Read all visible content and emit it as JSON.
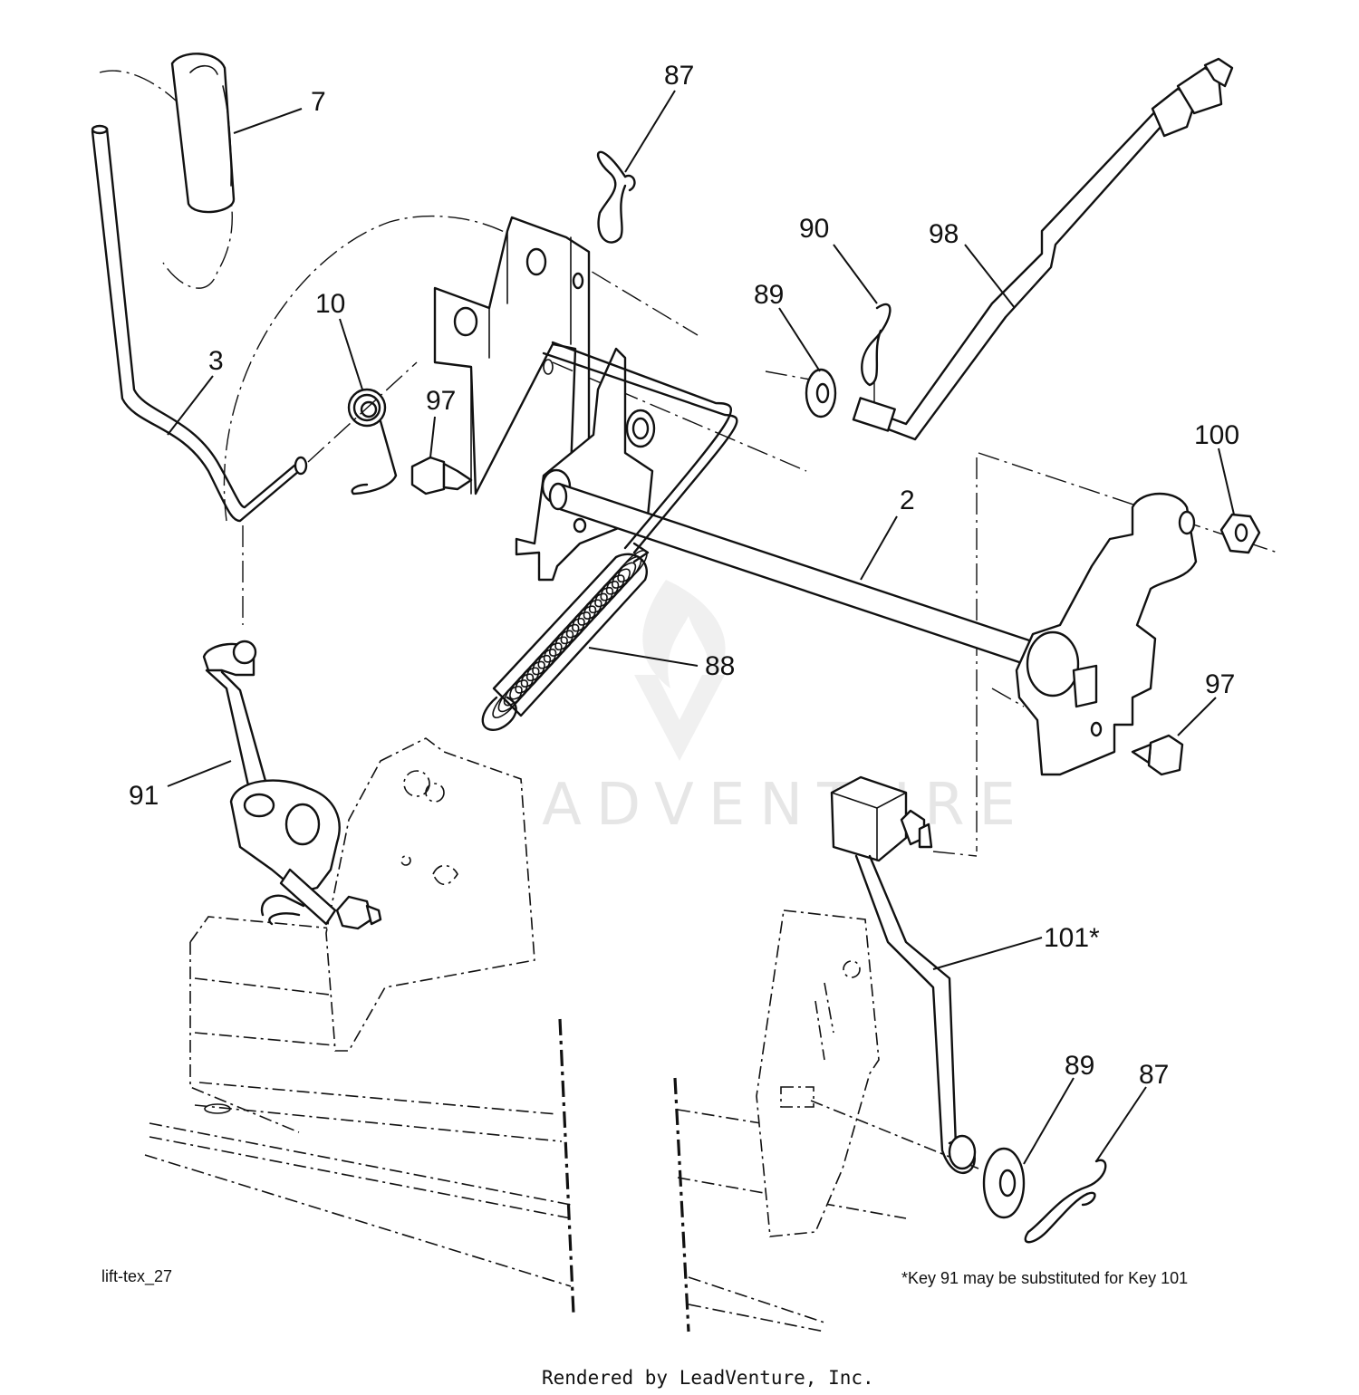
{
  "diagram": {
    "callouts": [
      {
        "id": "7",
        "label": "7"
      },
      {
        "id": "87-top",
        "label": "87"
      },
      {
        "id": "90",
        "label": "90"
      },
      {
        "id": "98",
        "label": "98"
      },
      {
        "id": "89-top",
        "label": "89"
      },
      {
        "id": "10",
        "label": "10"
      },
      {
        "id": "3",
        "label": "3"
      },
      {
        "id": "97-left",
        "label": "97"
      },
      {
        "id": "100",
        "label": "100"
      },
      {
        "id": "2",
        "label": "2"
      },
      {
        "id": "88",
        "label": "88"
      },
      {
        "id": "97-right",
        "label": "97"
      },
      {
        "id": "91",
        "label": "91"
      },
      {
        "id": "101",
        "label": "101*"
      },
      {
        "id": "89-bottom",
        "label": "89"
      },
      {
        "id": "87-bottom",
        "label": "87"
      }
    ],
    "figure_id": "lift-tex_27",
    "footnote": "*Key 91 may be substituted for Key 101",
    "watermark": "LEADVENTURE",
    "footer": "Rendered by LeadVenture, Inc."
  }
}
